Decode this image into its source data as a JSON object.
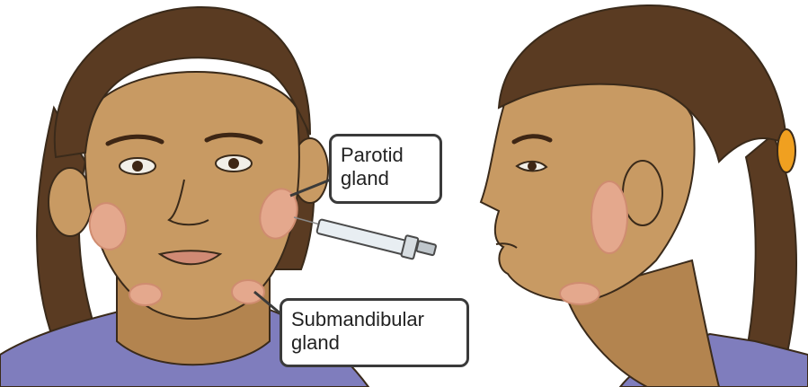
{
  "labels": {
    "parotid": {
      "line1": "Parotid",
      "line2": "gland"
    },
    "submandibular": {
      "line1": "Submandibular",
      "line2": "gland"
    }
  },
  "colors": {
    "skin": "#c89a63",
    "skin_shadow": "#b3844f",
    "hair": "#5a3b22",
    "hair_dark": "#3e2614",
    "shirt": "#7f7dbd",
    "gland": "#e4a88d",
    "gland_outline": "#cf8c70",
    "hair_tie": "#f0a020",
    "outline": "#3a2a1a"
  },
  "icons": [
    "syringe-icon"
  ]
}
